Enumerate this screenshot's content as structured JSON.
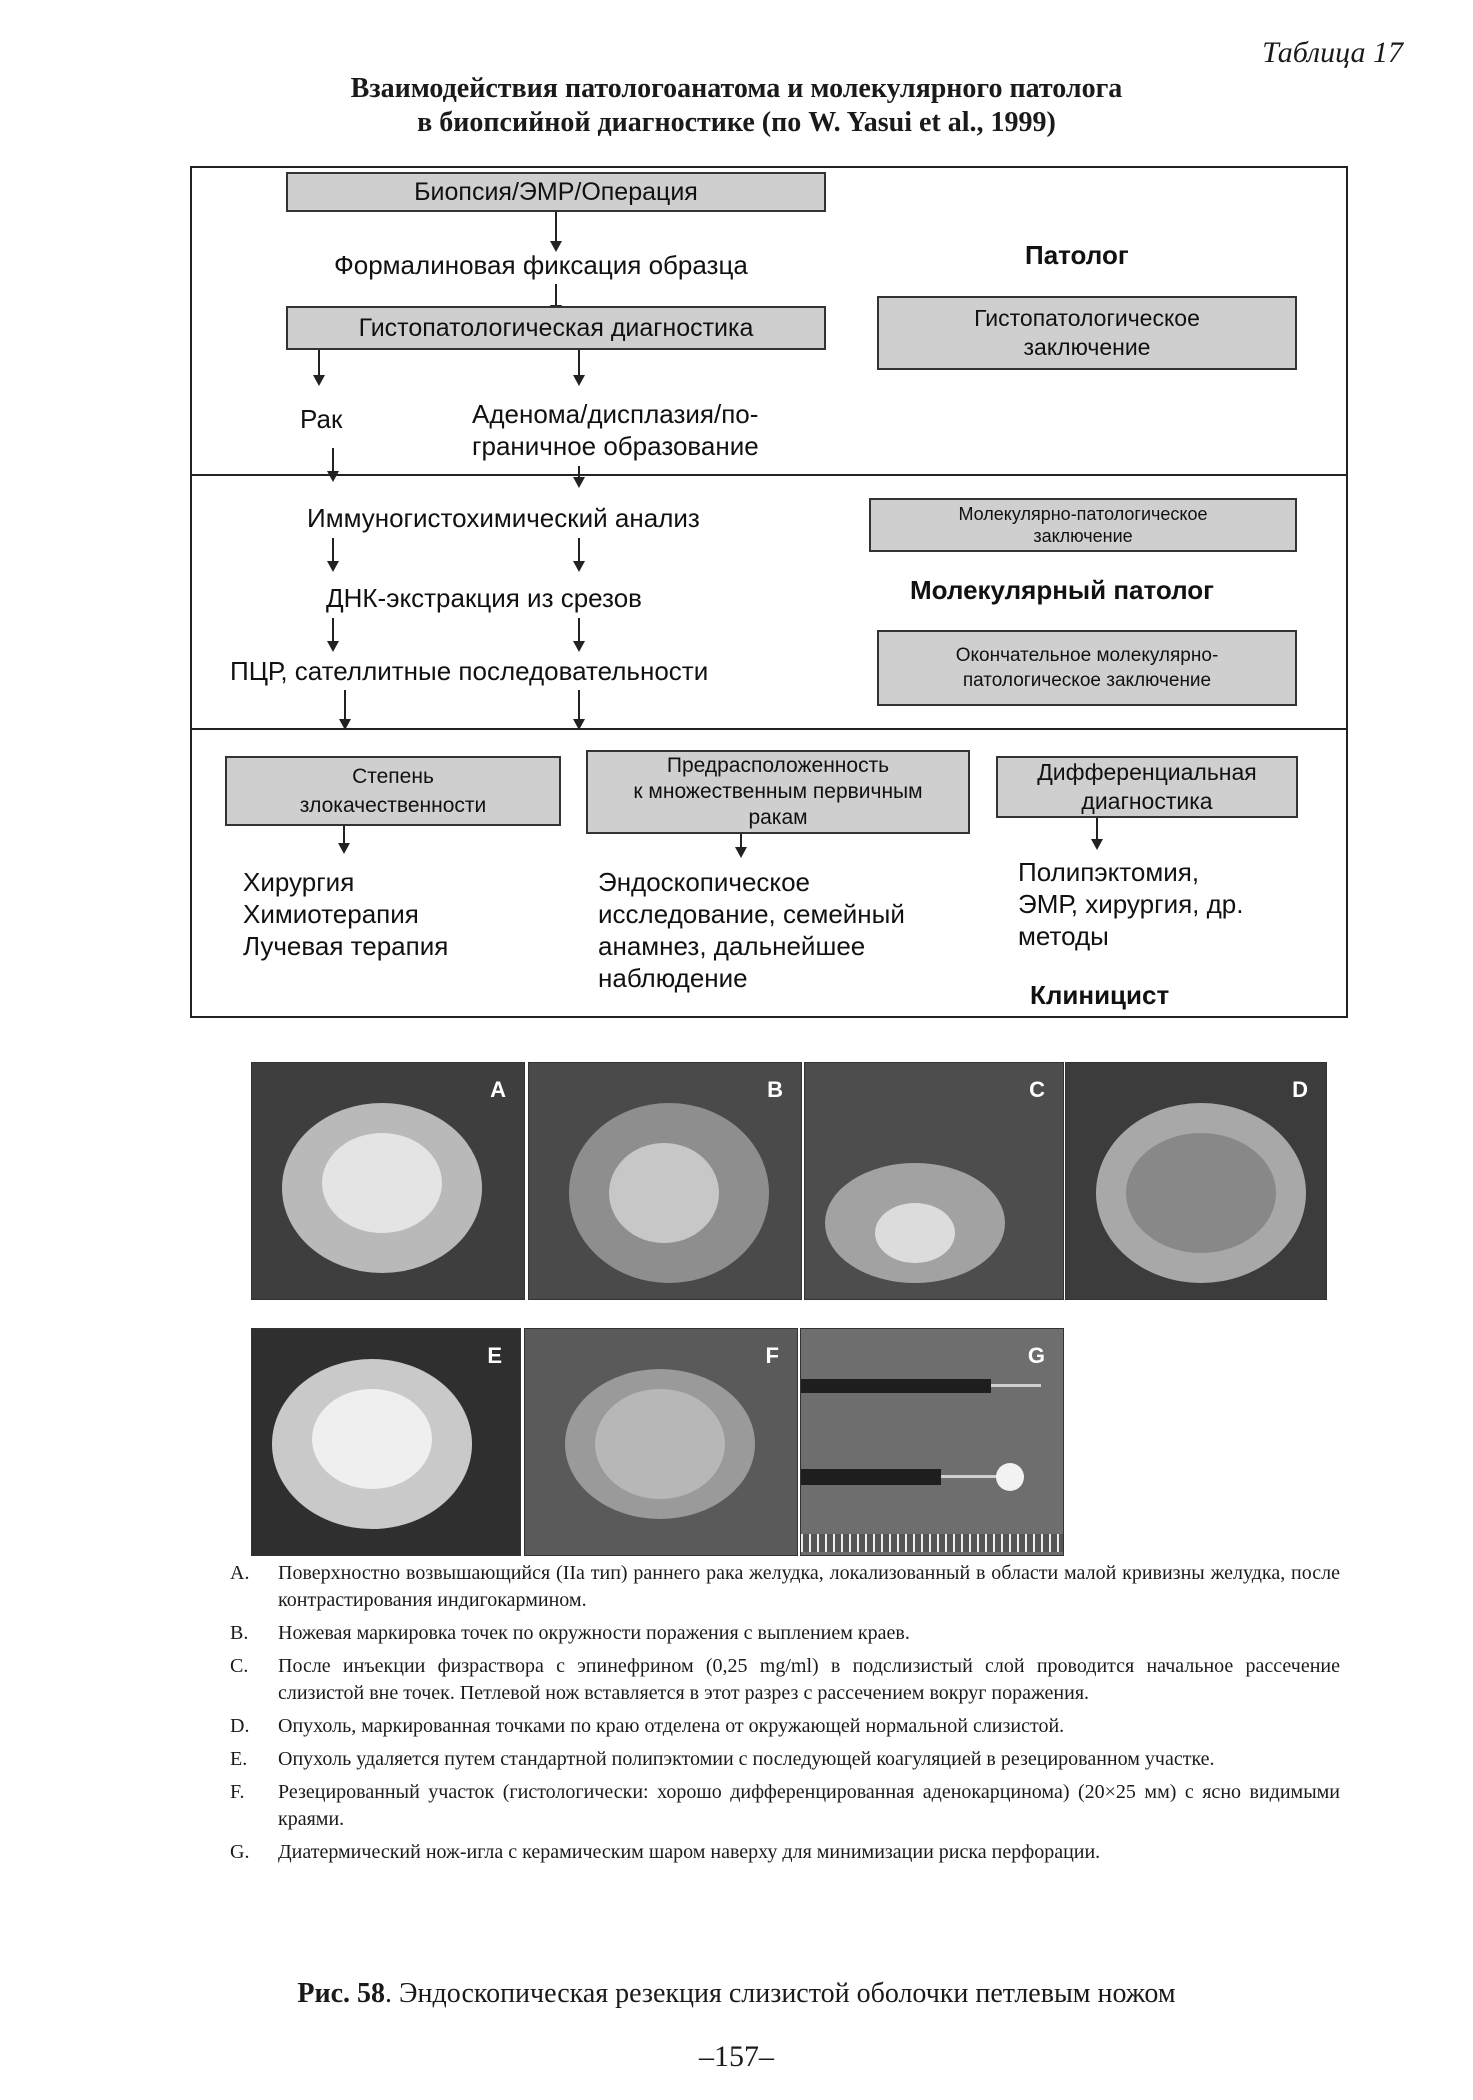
{
  "header": {
    "table_label": "Таблица 17",
    "title_line1": "Взаимодействия патологоанатома и молекулярного патолога",
    "title_line2": "в биопсийной диагностике (по W. Yasui et al., 1999)"
  },
  "diagram": {
    "section1": {
      "biopsy_box": "Биопсия/ЭМР/Операция",
      "fixation": "Формалиновая фиксация образца",
      "histo_box": "Гистопатологическая диагностика",
      "cancer": "Рак",
      "adenoma_line1": "Аденома/дисплазия/по-",
      "adenoma_line2": "граничное образование",
      "role_pathologist": "Патолог",
      "histo_conclusion_line1": "Гистопатологическое",
      "histo_conclusion_line2": "заключение"
    },
    "section2": {
      "ihc": "Иммуногистохимический анализ",
      "dna": "ДНК-экстракция из срезов",
      "pcr": "ПЦР, сателлитные последовательности",
      "mol_conclusion_line1": "Молекулярно-патологическое",
      "mol_conclusion_line2": "заключение",
      "role_mol_pathologist": "Молекулярный патолог",
      "final_conclusion_line1": "Окончательное молекулярно-",
      "final_conclusion_line2": "патологическое заключение"
    },
    "section3": {
      "grade_line1": "Степень",
      "grade_line2": "злокачественности",
      "predisp_line1": "Предрасположенность",
      "predisp_line2": "к множественным первичным",
      "predisp_line3": "ракам",
      "diff_line1": "Дифференциальная",
      "diff_line2": "диагностика",
      "surgery": "Хирургия",
      "chemo": "Химиотерапия",
      "radiation": "Лучевая терапия",
      "endo_line1": "Эндоскопическое",
      "endo_line2": "исследование, семейный",
      "endo_line3": "анамнез, дальнейшее",
      "endo_line4": "наблюдение",
      "polyp_line1": "Полипэктомия,",
      "polyp_line2": "ЭМР, хирургия, др.",
      "polyp_line3": "методы",
      "role_clinician": "Клиницист"
    }
  },
  "photos": {
    "labels": [
      "A",
      "B",
      "C",
      "D",
      "E",
      "F",
      "G"
    ]
  },
  "legend": [
    {
      "key": "A.",
      "text": "Поверхностно возвышающийся (IIа тип) раннего рака желудка, локализованный в области малой кривизны желудка, после контрастирования индигокармином."
    },
    {
      "key": "B.",
      "text": "Ножевая маркировка точек по окружности поражения с выплением краев."
    },
    {
      "key": "C.",
      "text": "После инъекции физраствора с эпинефрином (0,25 mg/ml) в подслизистый слой проводится начальное рассечение слизистой вне точек. Петлевой нож вставляется в этот разрез с рассечением вокруг поражения."
    },
    {
      "key": "D.",
      "text": "Опухоль, маркированная точками по краю отделена от окружающей нормальной слизистой."
    },
    {
      "key": "E.",
      "text": "Опухоль удаляется путем стандартной полипэктомии с последующей коагуляцией в резецированном участке."
    },
    {
      "key": "F.",
      "text": "Резецированный участок (гистологически: хорошо дифференцированная аденокарцинома) (20×25 мм) с ясно видимыми краями."
    },
    {
      "key": "G.",
      "text": "Диатермический нож-игла с керамическим шаром наверху для минимизации риска перфорации."
    }
  ],
  "caption": {
    "label": "Рис. 58",
    "text": ". Эндоскопическая резекция слизистой оболочки петлевым ножом"
  },
  "page_number": "–157–"
}
